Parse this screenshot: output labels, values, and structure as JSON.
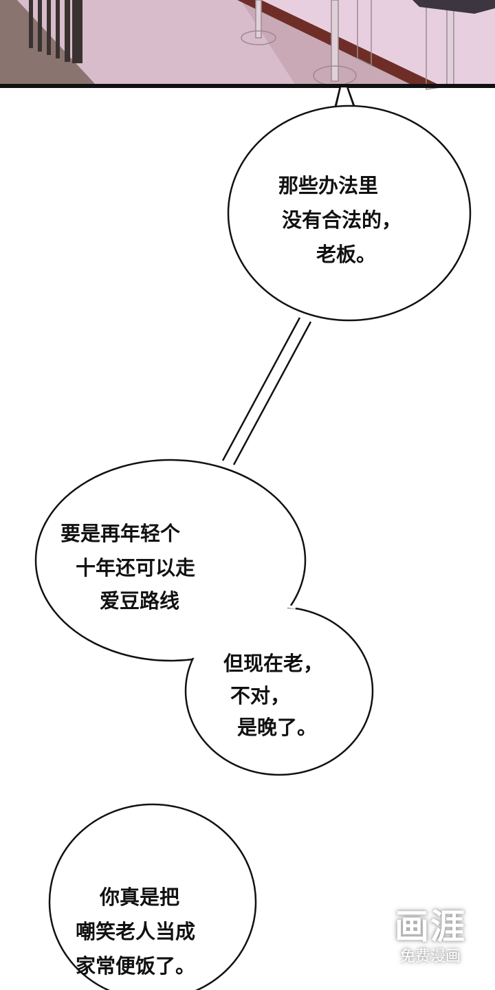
{
  "panel": {
    "description_colors": {
      "floor": "#d8b8c8",
      "wall": "#6b2f28",
      "border": "#111111"
    }
  },
  "bubbles": [
    {
      "lines": [
        "那些办法里",
        "没有合法的，",
        "老板。"
      ]
    },
    {
      "lines": [
        "要是再年轻个",
        "十年还可以走",
        "爱豆路线"
      ]
    },
    {
      "lines": [
        "但现在老，",
        "不对，",
        "是晚了。"
      ]
    },
    {
      "lines": [
        "你真是把",
        "嘲笑老人当成",
        "家常便饭了。"
      ]
    }
  ],
  "watermark": {
    "logo": "画涯",
    "tagline": "免费漫画"
  }
}
